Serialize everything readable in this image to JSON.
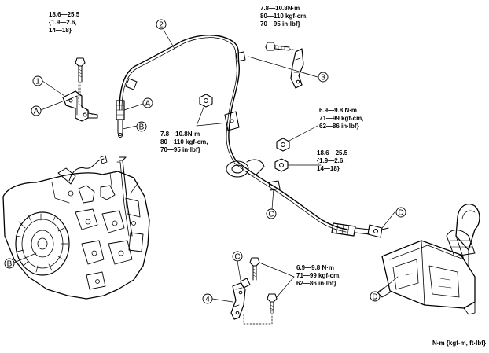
{
  "torque_specs": {
    "bracket_bolt_top_left": [
      "18.6—25.5",
      "{1.9—2.6,",
      "14—18}"
    ],
    "bracket_bolt_top_right": [
      "7.8—10.8N·m",
      "80—110 kgf-cm,",
      "70—95 in·lbf}"
    ],
    "cable_bracket_bolt_middle": [
      "7.8—10.8N·m",
      "80—110 kgf-cm,",
      "70—95 in·lbf}"
    ],
    "shifter_nut_right_upper": [
      "6.9—9.8 N·m",
      "71—99 kgf-cm,",
      "62—86 in·lbf}"
    ],
    "shifter_nut_right_lower": [
      "18.6—25.5",
      "{1.9—2.6,",
      "14—18}"
    ],
    "bracket_bolt_bottom": [
      "6.9—9.8 N·m",
      "71—99 kgf-cm,",
      "62—86 in·lbf}"
    ]
  },
  "callouts": {
    "n1": "1",
    "n2": "2",
    "n3": "3",
    "n4": "4",
    "a1": "A",
    "a2": "A",
    "b1": "B",
    "b2": "B",
    "c1": "C",
    "c2": "C",
    "d1": "D",
    "d2": "D"
  },
  "unit_note": "N·m {kgf-m, ft·lbf}"
}
